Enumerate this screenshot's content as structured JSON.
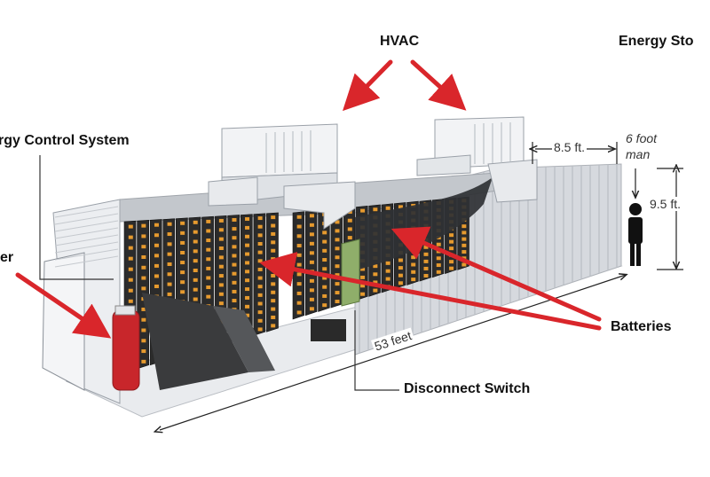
{
  "labels": {
    "hvac": "HVAC",
    "energy_storage": "Energy Sto",
    "energy_control": "rgy Control System",
    "left_partial": "er",
    "batteries": "Batteries",
    "disconnect_switch": "Disconnect Switch"
  },
  "dimensions": {
    "width": "8.5 ft.",
    "height": "9.5 ft.",
    "length": "53 feet",
    "man_line1": "6 foot",
    "man_line2": "man"
  },
  "colors": {
    "arrow": "#d9262b",
    "container": "#dcdfe3",
    "battery_rack": "#2b2b2b",
    "battery_cell": "#e69a2e",
    "switch": "#8fae6a",
    "extinguisher": "#c8262b"
  }
}
